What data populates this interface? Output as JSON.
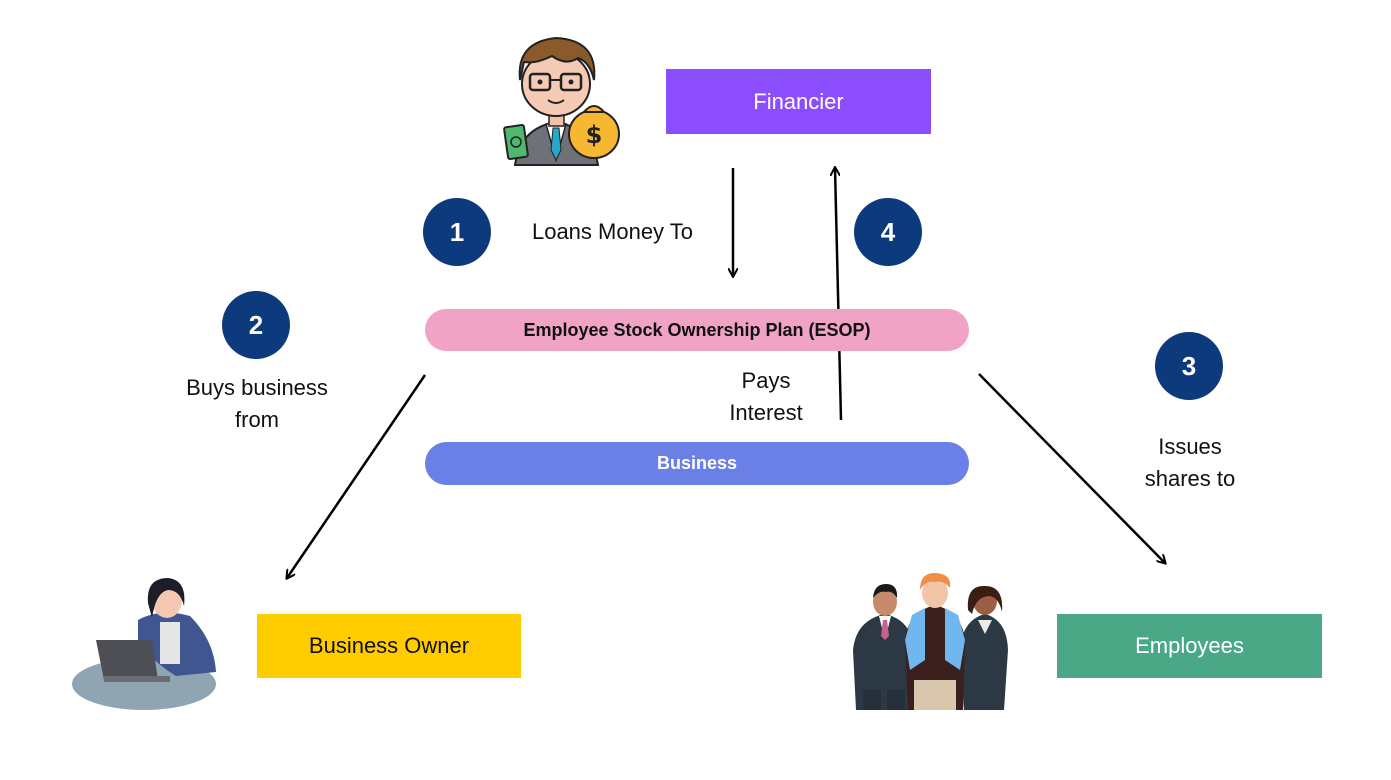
{
  "nodes": {
    "financier": "Financier",
    "esop": "Employee Stock Ownership Plan (ESOP)",
    "business": "Business",
    "business_owner": "Business Owner",
    "employees": "Employees"
  },
  "steps": {
    "one": {
      "number": "1",
      "label": "Loans Money To"
    },
    "two": {
      "number": "2",
      "label_line1": "Buys business",
      "label_line2": "from"
    },
    "three": {
      "number": "3",
      "label_line1": "Issues",
      "label_line2": "shares to"
    },
    "four": {
      "number": "4",
      "label_line1": "Pays",
      "label_line2": "Interest"
    }
  },
  "colors": {
    "financier": "#8c4dff",
    "esop": "#f0a3c5",
    "business": "#6b80e6",
    "business_owner": "#ffcc00",
    "employees": "#4aa886",
    "step_circle": "#0d3a7c"
  }
}
